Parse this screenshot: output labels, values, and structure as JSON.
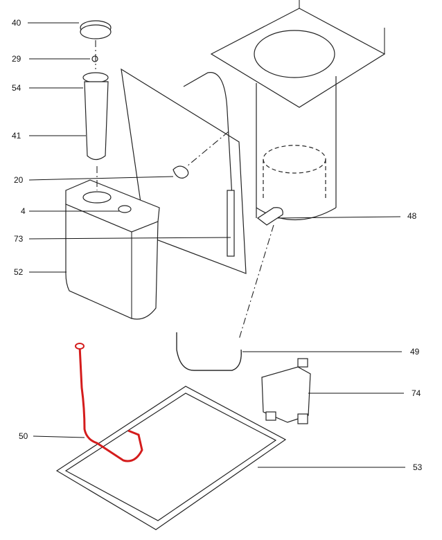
{
  "callouts": [
    {
      "number": "40",
      "part": "cap"
    },
    {
      "number": "29",
      "part": "ball"
    },
    {
      "number": "54",
      "part": "filler-neck-top"
    },
    {
      "number": "41",
      "part": "filler-tube"
    },
    {
      "number": "20",
      "part": "clamp"
    },
    {
      "number": "4",
      "part": "tank-cap"
    },
    {
      "number": "73",
      "part": "bracket"
    },
    {
      "number": "52",
      "part": "tank"
    },
    {
      "number": "48",
      "part": "elbow-fitting"
    },
    {
      "number": "49",
      "part": "connecting-pipe"
    },
    {
      "number": "74",
      "part": "pump"
    },
    {
      "number": "50",
      "part": "highlighted-hose"
    },
    {
      "number": "53",
      "part": "tray"
    }
  ],
  "colors": {
    "highlight": "#d41c1c",
    "line": "#111111"
  }
}
